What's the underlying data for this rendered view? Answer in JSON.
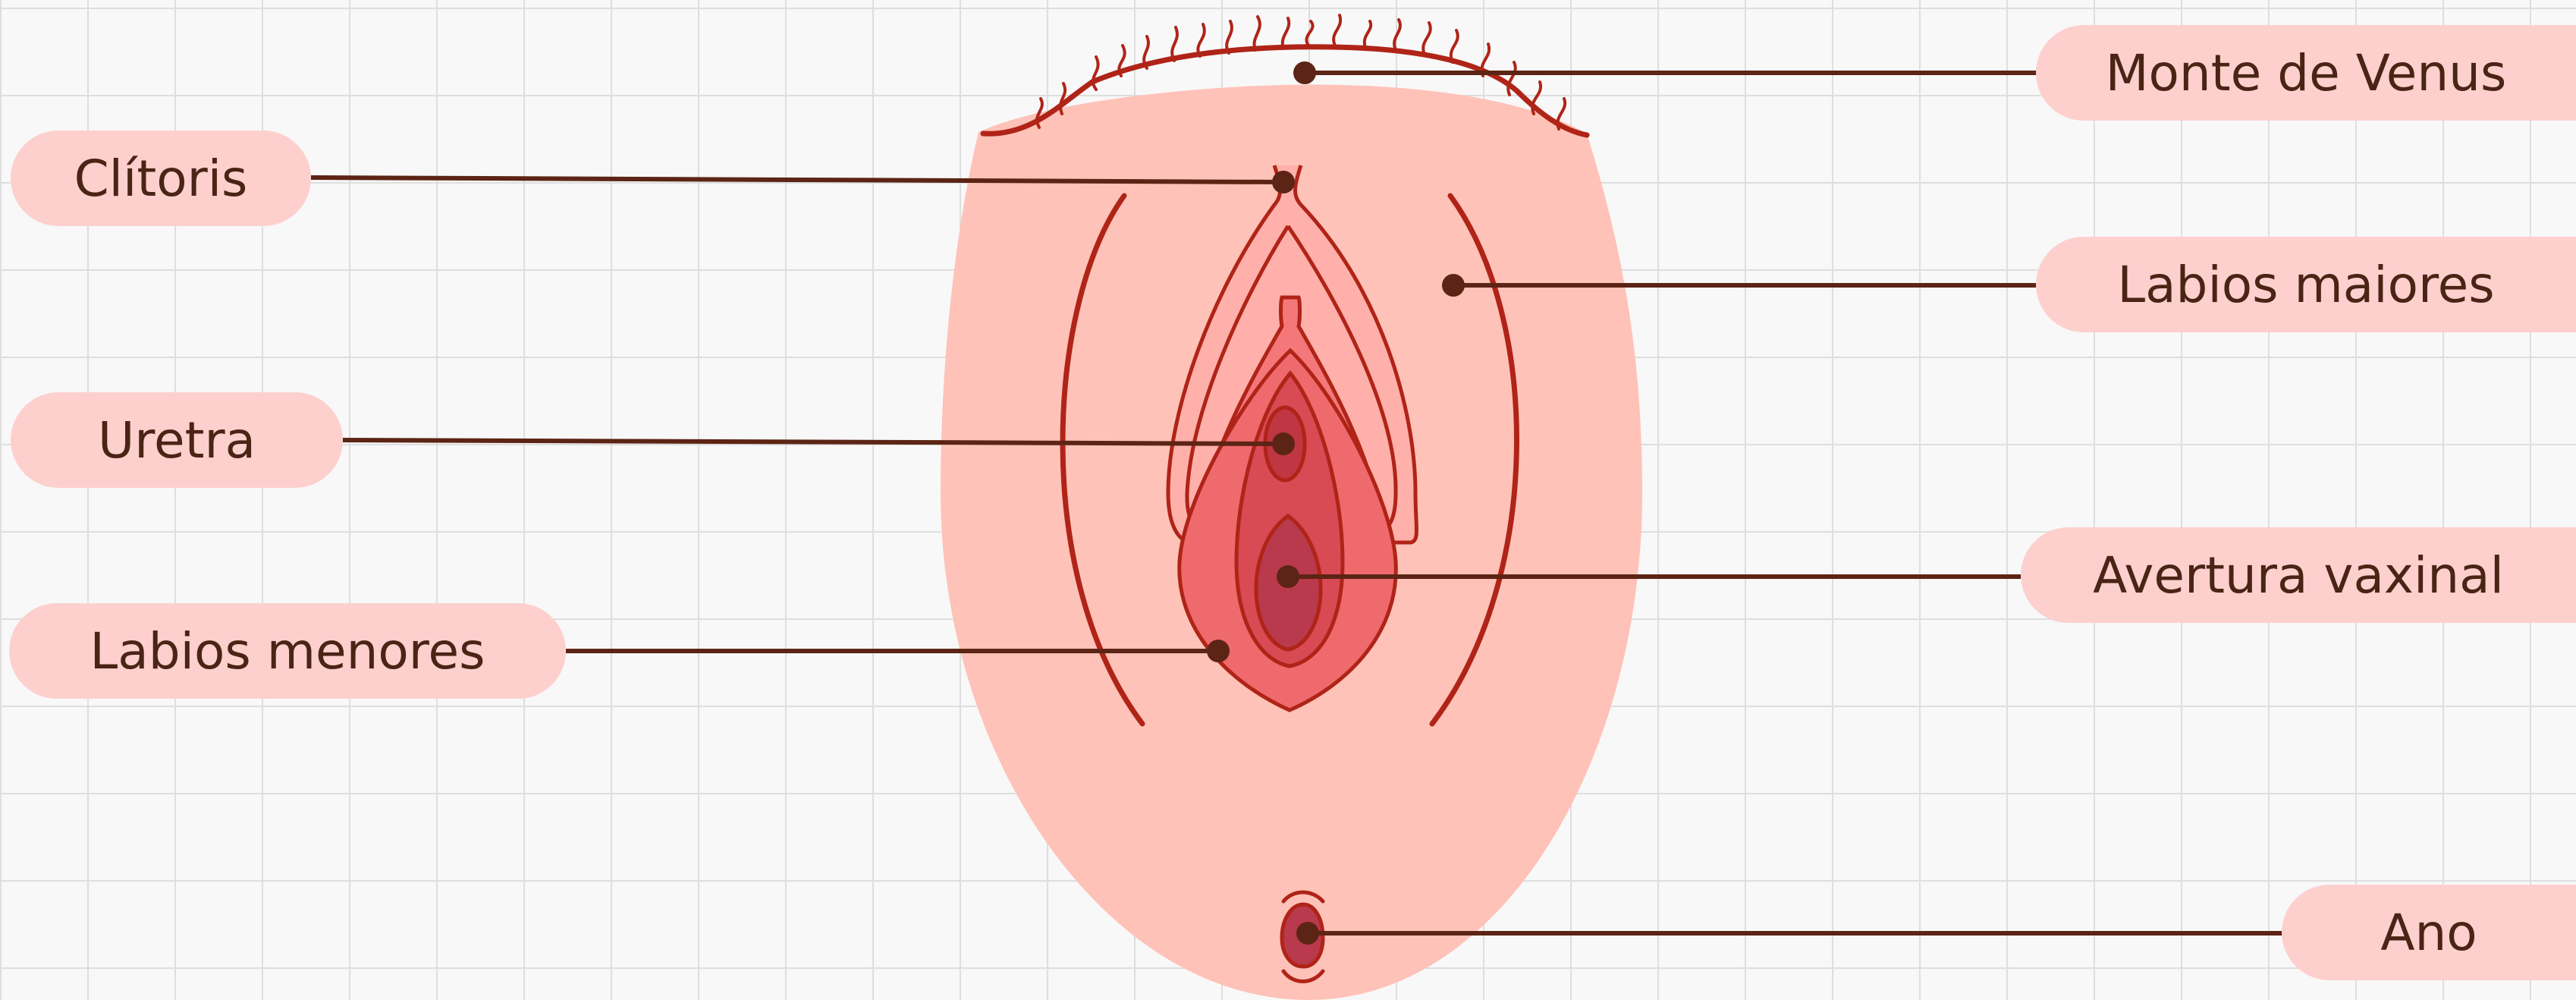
{
  "colors": {
    "background": "#f8f8f8",
    "grid": "#dedede",
    "body_fill": "#ffc2b8",
    "outline": "#b02418",
    "leader_line": "#5c2414",
    "label_pill": "#fdd0ce",
    "label_text": "#4a2414"
  },
  "labels": {
    "monte_de_venus": "Monte de Venus",
    "clitoris": "Clítoris",
    "labios_maiores": "Labios maiores",
    "uretra": "Uretra",
    "avertura_vaxinal": "Avertura vaxinal",
    "labios_menores": "Labios menores",
    "ano": "Ano"
  }
}
